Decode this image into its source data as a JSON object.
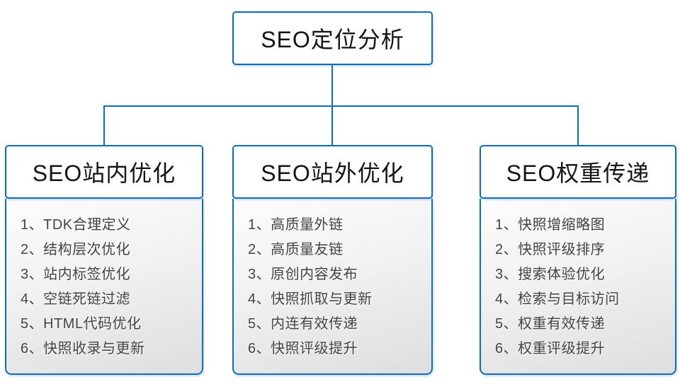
{
  "diagram": {
    "root": {
      "title": "SEO定位分析"
    },
    "columns": [
      {
        "title": "SEO站内优化",
        "items": [
          "1、TDK合理定义",
          "2、结构层次优化",
          "3、站内标签优化",
          "4、空链死链过滤",
          "5、HTML代码优化",
          "6、快照收录与更新"
        ]
      },
      {
        "title": "SEO站外优化",
        "items": [
          "1、高质量外链",
          "2、高质量友链",
          "3、原创内容发布",
          "4、快照抓取与更新",
          "5、内连有效传递",
          "6、快照评级提升"
        ]
      },
      {
        "title": "SEO权重传递",
        "items": [
          "1、快照增缩略图",
          "2、快照评级排序",
          "3、搜索体验优化",
          "4、检索与目标访问",
          "5、权重有效传递",
          "6、权重评级提升"
        ]
      }
    ],
    "colors": {
      "accent": "#0e6ebe",
      "header_text": "#151515",
      "list_text": "#424242",
      "list_gradient_top": "#fdfdfd",
      "list_gradient_bottom": "#dedede"
    }
  }
}
